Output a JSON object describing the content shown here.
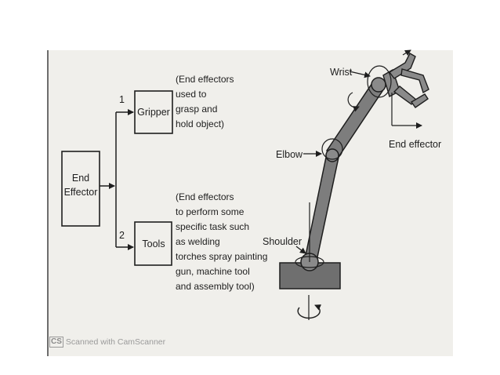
{
  "diagram": {
    "end_effector_box": [
      "End",
      "Effector"
    ],
    "branch_1_number": "1",
    "branch_2_number": "2",
    "gripper_label": "Gripper",
    "tools_label": "Tools",
    "gripper_note": [
      "(End effectors",
      "used to",
      "grasp and",
      "hold object)"
    ],
    "tools_note": [
      "(End effectors",
      "to perform some",
      "specific task such",
      "as welding",
      "torches spray painting",
      "gun, machine tool",
      "and assembly tool)"
    ]
  },
  "robot_arm": {
    "wrist_label": "Wrist",
    "elbow_label": "Elbow",
    "shoulder_label": "Shoulder",
    "end_effector_label": "End effector"
  },
  "watermark": {
    "logo": "CS",
    "text": "Scanned with CamScanner"
  }
}
